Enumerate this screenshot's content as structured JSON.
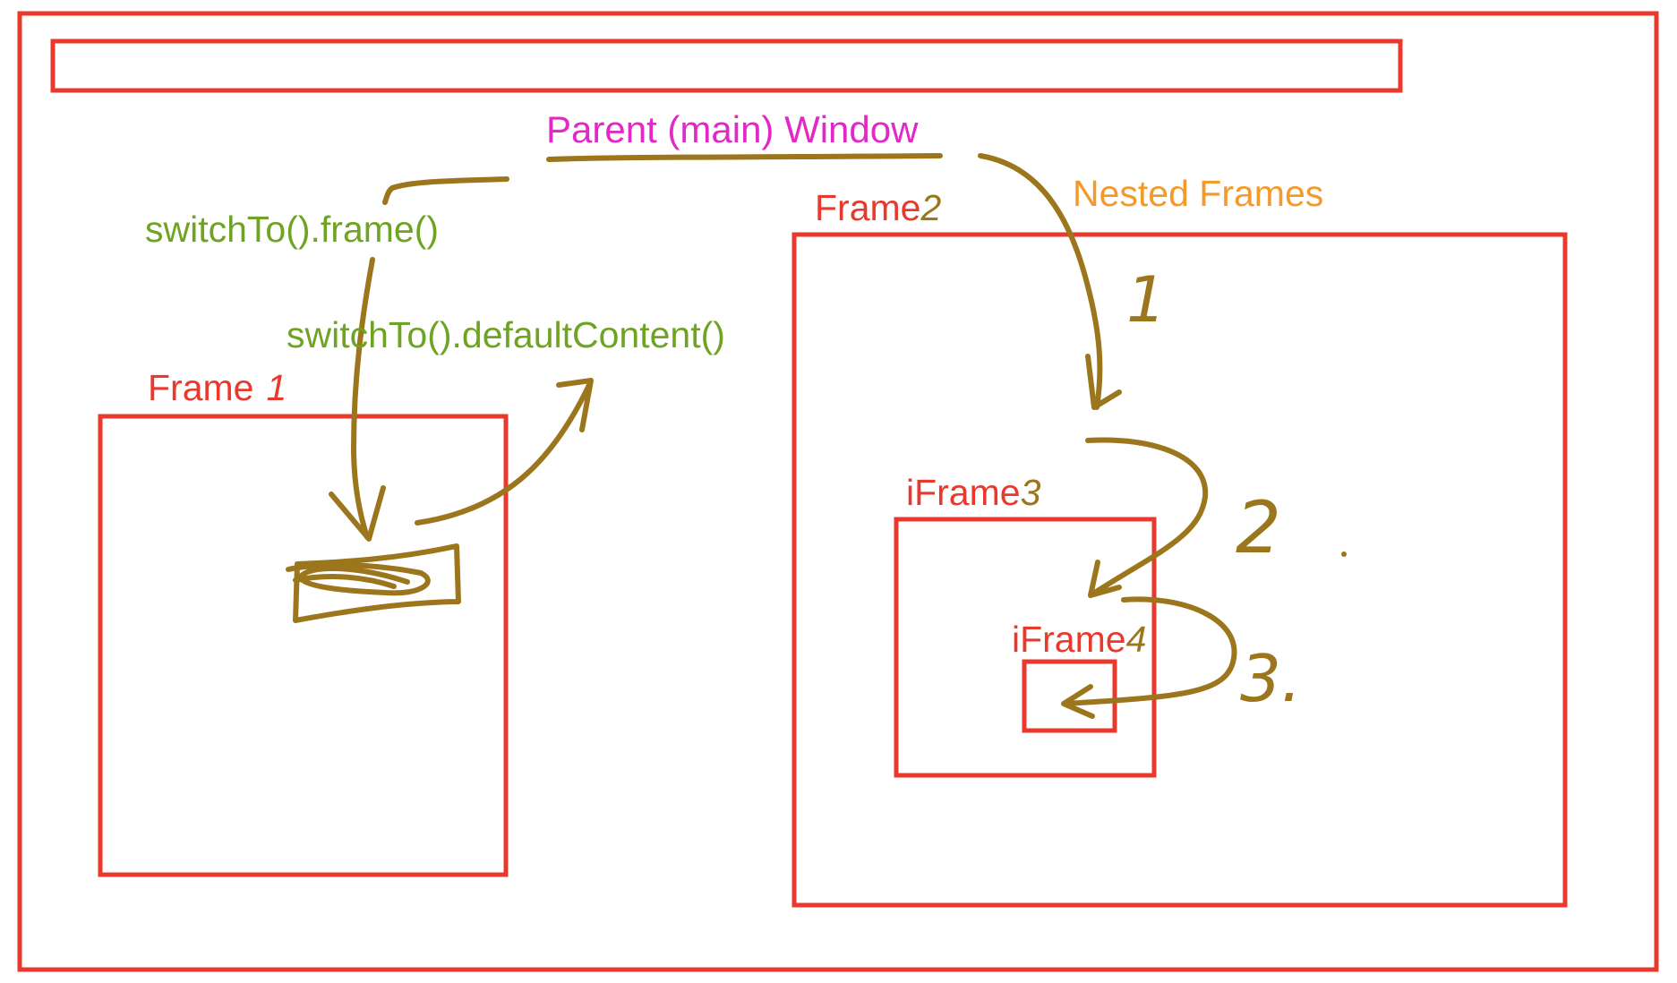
{
  "labels": {
    "parent_window": "Parent (main) Window",
    "switch_frame": "switchTo().frame()",
    "switch_default": "switchTo().defaultContent()",
    "nested_frames": "Nested Frames",
    "frame1_text": "Frame",
    "frame1_digit": "1",
    "frame2_text": "Frame",
    "frame2_digit": "2",
    "iframe3_text": "iFrame",
    "iframe3_digit": "3",
    "iframe4_text": "iFrame",
    "iframe4_digit": "4"
  },
  "steps": [
    "1",
    "2",
    "3."
  ],
  "colors": {
    "frame_border": "#e8392c",
    "parent_label": "#e228c6",
    "method_label": "#6fa323",
    "nested_label": "#f39a2b",
    "ink": "#9b761c"
  }
}
